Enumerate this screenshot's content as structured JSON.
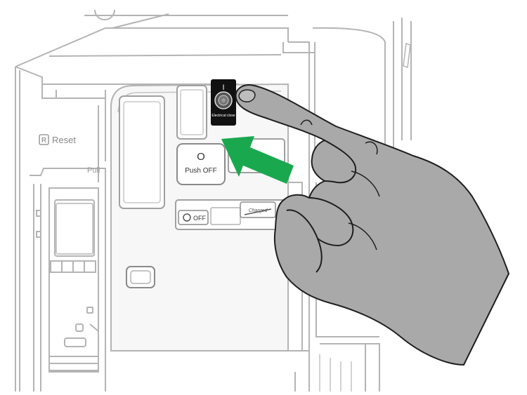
{
  "labels": {
    "reset": "Reset",
    "reset_letter": "R",
    "pull": "Pull",
    "push_off_symbol": "O",
    "push_off": "Push OFF",
    "close_symbol": "I",
    "electrical_close": "Electrical close",
    "off": "OFF",
    "off_symbol": "O",
    "charged": "Charged"
  },
  "colors": {
    "line": "#b4b4b4",
    "line_dark": "#8a8a8a",
    "panel": "#f7f7f7",
    "button_black": "#111111",
    "arrow_green": "#1aa84f",
    "hand_fill": "#a9a9a9",
    "hand_outline": "#1e1e1e"
  },
  "icons": {
    "arrow": "green-arrow-right-pointing",
    "hand": "pointing-finger"
  }
}
